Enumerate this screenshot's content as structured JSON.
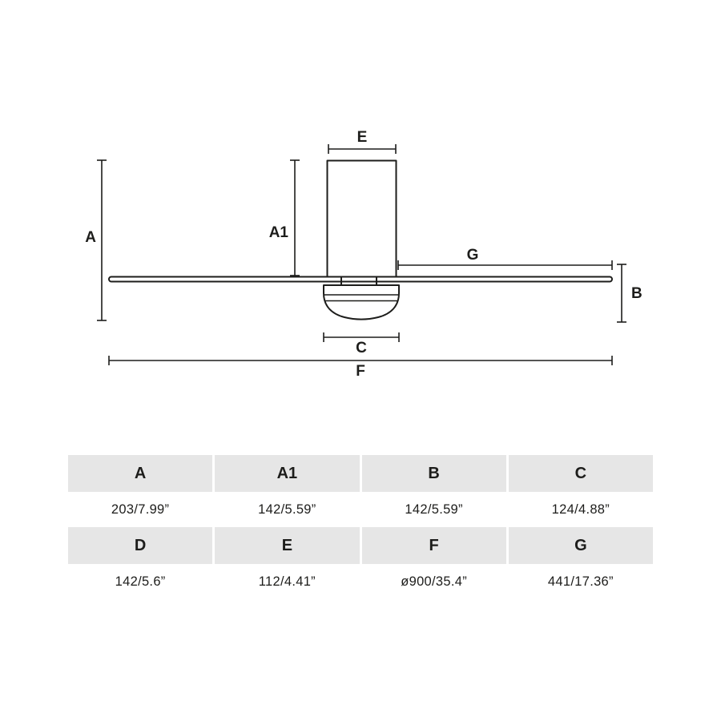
{
  "diagram": {
    "labels": {
      "a": "A",
      "a1": "A1",
      "b": "B",
      "c": "C",
      "e": "E",
      "f": "F",
      "g": "G"
    }
  },
  "table": {
    "row1": {
      "headers": [
        "A",
        "A1",
        "B",
        "C"
      ],
      "values": [
        "203/7.99”",
        "142/5.59”",
        "142/5.59”",
        "124/4.88”"
      ]
    },
    "row2": {
      "headers": [
        "D",
        "E",
        "F",
        "G"
      ],
      "values": [
        "142/5.6”",
        "112/4.41”",
        "ø900/35.4”",
        "441/17.36”"
      ]
    }
  },
  "colors": {
    "line": "#1d1d1b",
    "text": "#1d1d1b",
    "table_header_bg": "#e6e6e6",
    "background": "#ffffff"
  }
}
